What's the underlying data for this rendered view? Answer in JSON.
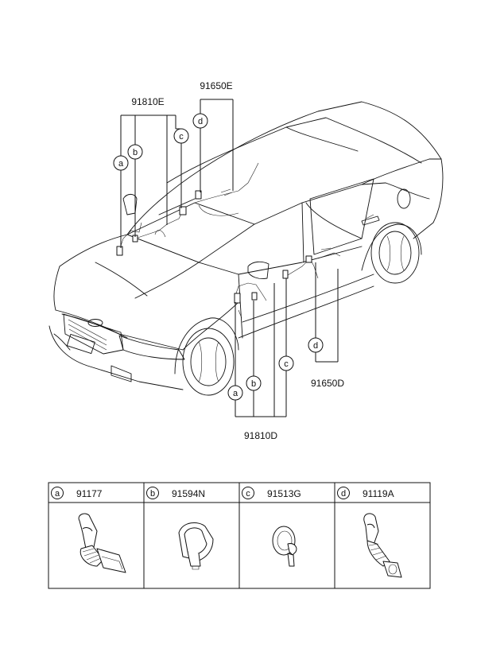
{
  "callouts": {
    "e_upper": "91810E",
    "e_roof": "91650E",
    "d_lower": "91810D",
    "d_rear": "91650D"
  },
  "markers": {
    "a": "a",
    "b": "b",
    "c": "c",
    "d": "d"
  },
  "parts_table": [
    {
      "marker": "a",
      "code": "91177"
    },
    {
      "marker": "b",
      "code": "91594N"
    },
    {
      "marker": "c",
      "code": "91513G"
    },
    {
      "marker": "d",
      "code": "91119A"
    }
  ]
}
